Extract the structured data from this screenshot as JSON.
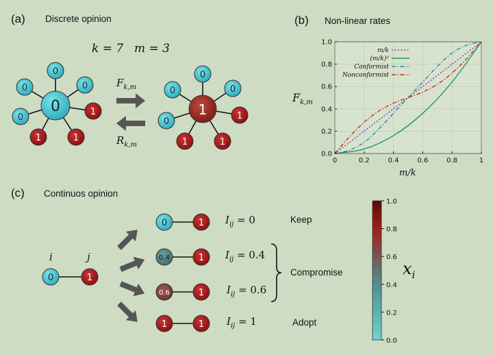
{
  "panel_a": {
    "letter": "(a)",
    "title": "Discrete opinion",
    "param_k": "k = 7",
    "param_m": "m = 3",
    "rate_forward": "F",
    "rate_forward_sub": "k,m",
    "rate_backward": "R",
    "rate_backward_sub": "k,m",
    "left_center": "0",
    "left_neighbors": [
      "0",
      "0",
      "0",
      "0",
      "1",
      "1",
      "1"
    ],
    "right_center": "1",
    "right_neighbors": [
      "0",
      "0",
      "0",
      "0",
      "1",
      "1",
      "1"
    ]
  },
  "panel_b": {
    "letter": "(b)",
    "title": "Non-linear rates",
    "ylabel": "F",
    "ylabel_sub": "k,m",
    "xlabel": "m/k",
    "xticks": [
      "0",
      "0.2",
      "0.4",
      "0.6",
      "0.8",
      "1"
    ],
    "yticks": [
      "0.0",
      "0.2",
      "0.4",
      "0.6",
      "0.8",
      "1.0"
    ],
    "legend": [
      "m/k",
      "(m/k)²",
      "Conformist",
      "Nonconformist"
    ]
  },
  "panel_c": {
    "letter": "(c)",
    "title": "Continuos opinion",
    "node_i_label": "i",
    "node_j_label": "j",
    "node_i_value": "0",
    "node_j_value": "1",
    "outcomes": [
      {
        "left": "0",
        "right": "1",
        "eq": "I",
        "sub": "ij",
        "rhs": "= 0"
      },
      {
        "left": "0.4",
        "right": "1",
        "eq": "I",
        "sub": "ij",
        "rhs": "= 0.4"
      },
      {
        "left": "0.6",
        "right": "1",
        "eq": "I",
        "sub": "ij",
        "rhs": "= 0.6"
      },
      {
        "left": "1",
        "right": "1",
        "eq": "I",
        "sub": "ij",
        "rhs": "= 1"
      }
    ],
    "keep": "Keep",
    "compromise": "Compromise",
    "adopt": "Adopt"
  },
  "colorbar": {
    "ticks": [
      "1.0",
      "0.8",
      "0.6",
      "0.4",
      "0.2",
      "0.0"
    ],
    "label": "x",
    "label_sub": "i"
  },
  "chart_data": {
    "type": "line",
    "xlabel": "m/k",
    "ylabel": "F_{k,m}",
    "xlim": [
      0,
      1
    ],
    "ylim": [
      0,
      1
    ],
    "legend_position": "top-left",
    "series": [
      {
        "name": "m/k",
        "color": "#7b3fa8",
        "style": "dotted",
        "x": [
          0,
          0.2,
          0.4,
          0.6,
          0.8,
          1.0
        ],
        "y": [
          0,
          0.2,
          0.4,
          0.6,
          0.8,
          1.0
        ]
      },
      {
        "name": "(m/k)²",
        "color": "#1f9a5a",
        "style": "solid",
        "x": [
          0,
          0.2,
          0.4,
          0.6,
          0.8,
          1.0
        ],
        "y": [
          0,
          0.04,
          0.16,
          0.36,
          0.64,
          1.0
        ]
      },
      {
        "name": "Conformist",
        "color": "#2f7fa8",
        "style": "dashdot",
        "x": [
          0,
          0.1,
          0.2,
          0.3,
          0.4,
          0.5,
          0.6,
          0.7,
          0.8,
          0.9,
          1.0
        ],
        "y": [
          0,
          0.03,
          0.1,
          0.22,
          0.36,
          0.5,
          0.64,
          0.78,
          0.9,
          0.97,
          1.0
        ]
      },
      {
        "name": "Nonconformist",
        "color": "#c0301c",
        "style": "dashdot",
        "x": [
          0,
          0.1,
          0.2,
          0.3,
          0.4,
          0.5,
          0.6,
          0.7,
          0.8,
          0.9,
          1.0
        ],
        "y": [
          0,
          0.15,
          0.28,
          0.38,
          0.45,
          0.5,
          0.55,
          0.62,
          0.72,
          0.85,
          1.0
        ]
      }
    ]
  }
}
